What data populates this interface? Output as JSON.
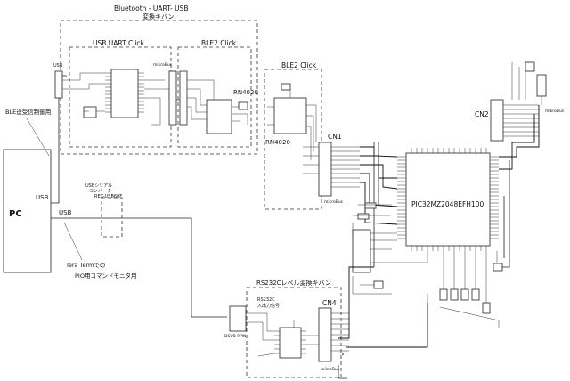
{
  "labels": {
    "bt_uart_title": "Bluetooth - UART- USB",
    "bt_uart_sub": "変換キバン",
    "usb_uart_click": "USB UART Click",
    "ble2_click_left": "BLE2 Click",
    "rn4020_left": "RN4020",
    "ble2_click_right": "BLE2 Click",
    "rn4020_right": "RN4020",
    "cn1": "CN1",
    "cn2": "CN2",
    "cn4": "CN4",
    "pic": "PIC32MZ2048EFH100",
    "pc": "PC",
    "usb_top": "USB",
    "usb_bottom": "USB",
    "ble_note": "BLE送受信制御用",
    "usb_serial_1": "USBシリアル",
    "usb_serial_2": "コンバーター",
    "usb_serial_3": "REX-USB60F",
    "tera_1": "Tera Termでの",
    "tera_2": "PIO用コマンドモニタ用",
    "rs232c_title": "RS232Cレベル変換キバン",
    "rs232c_1": "RS232C",
    "rs232c_2": "入出力信号",
    "dsub": "DSUB 9PIN",
    "usb_conn": "USB",
    "mikrobus_1": "mikroBus",
    "mikrobus_2": "mikroBus",
    "mikrobus_3": "mikroBus",
    "mikrobus_4": "mikroBus"
  }
}
